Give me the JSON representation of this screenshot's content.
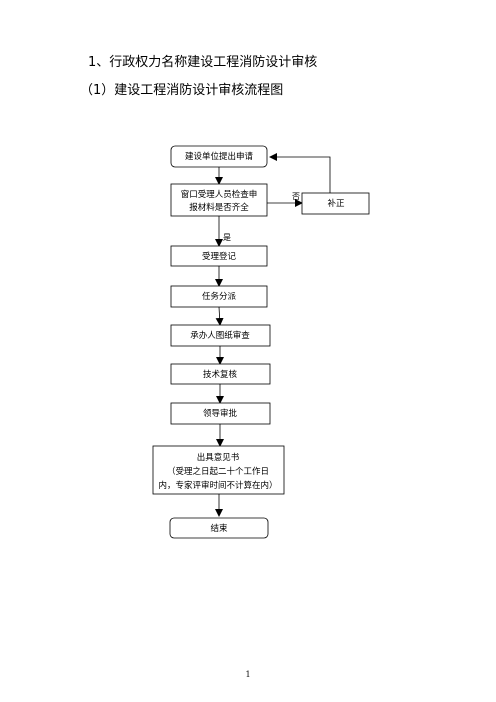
{
  "doc": {
    "heading1": "1、行政权力名称建设工程消防设计审核",
    "heading2": "（1）建设工程消防设计审核流程图",
    "page_number": "1"
  },
  "flow": {
    "apply": "建设单位提出申请",
    "check_line1": "窗口受理人员检查申",
    "check_line2": "报材料是否齐全",
    "supplement": "补正",
    "register": "受理登记",
    "assign": "任务分派",
    "review": "承办人图纸审查",
    "tech_check": "技术复核",
    "approve": "领导审批",
    "opinion_line1": "出具意见书",
    "opinion_line2": "（受理之日起二十个工作日",
    "opinion_line3": "内，专家评审时间不计算在内）",
    "end": "结束",
    "label_yes": "是",
    "label_no": "否"
  }
}
